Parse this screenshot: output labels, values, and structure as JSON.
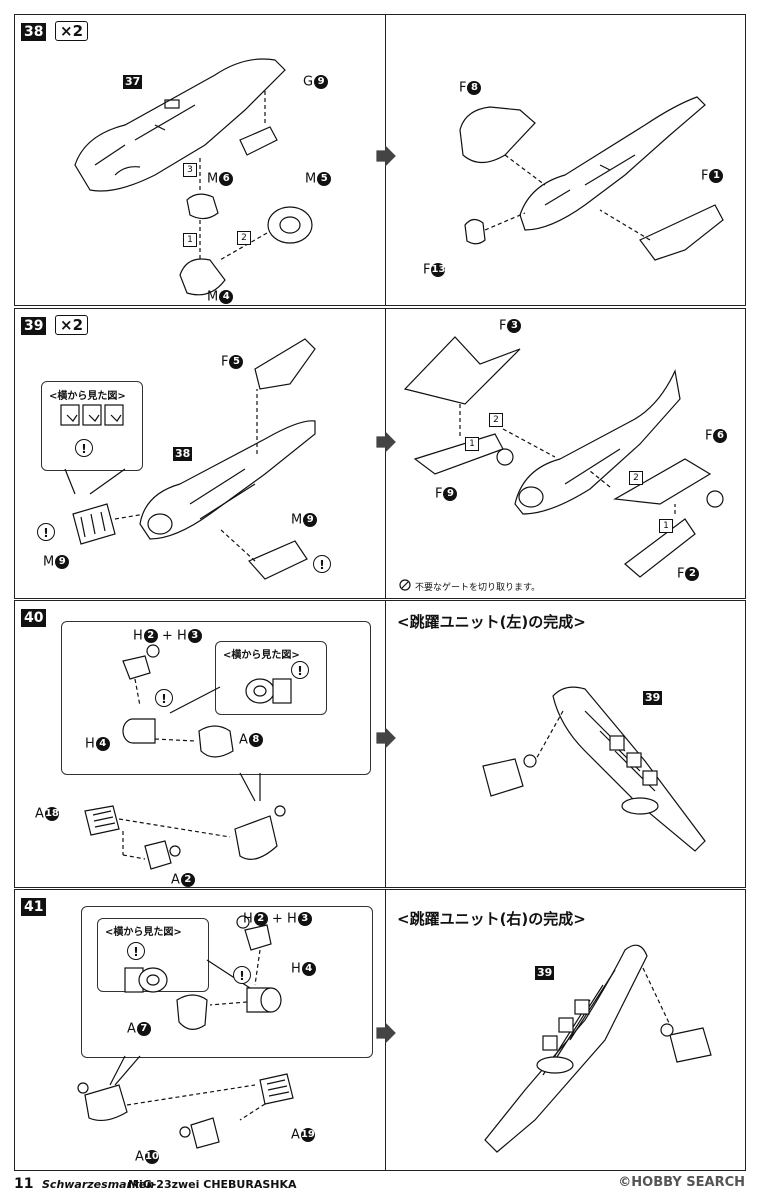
{
  "steps": [
    {
      "number": "38",
      "multiplier": "×2"
    },
    {
      "number": "39",
      "multiplier": "×2"
    },
    {
      "number": "40"
    },
    {
      "number": "41"
    }
  ],
  "parts": {
    "s38": {
      "ref": "37",
      "g": {
        "letter": "G",
        "num": "9"
      },
      "m6": {
        "letter": "M",
        "num": "6"
      },
      "m5": {
        "letter": "M",
        "num": "5"
      },
      "m4": {
        "letter": "M",
        "num": "4"
      },
      "f8": {
        "letter": "F",
        "num": "8"
      },
      "f1": {
        "letter": "F",
        "num": "1"
      },
      "f13": {
        "letter": "F",
        "num": "13"
      },
      "order": [
        "3",
        "2",
        "1"
      ]
    },
    "s39": {
      "ref": "38",
      "f5": {
        "letter": "F",
        "num": "5"
      },
      "m9a": {
        "letter": "M",
        "num": "9"
      },
      "m9b": {
        "letter": "M",
        "num": "9"
      },
      "f3": {
        "letter": "F",
        "num": "3"
      },
      "f9": {
        "letter": "F",
        "num": "9"
      },
      "f6": {
        "letter": "F",
        "num": "6"
      },
      "f2": {
        "letter": "F",
        "num": "2"
      },
      "order": [
        "2",
        "1",
        "2",
        "1"
      ],
      "side_view": "<横から見た図>",
      "note": "不要なゲートを切り取ります。"
    },
    "s40": {
      "h23": "H❷ + H❸",
      "h2": {
        "letter": "H",
        "num": "2"
      },
      "h3": {
        "letter": "H",
        "num": "3"
      },
      "h4": {
        "letter": "H",
        "num": "4"
      },
      "a8": {
        "letter": "A",
        "num": "8"
      },
      "a18": {
        "letter": "A",
        "num": "18"
      },
      "a2": {
        "letter": "A",
        "num": "2"
      },
      "side_view": "<横から見た図>",
      "completion": "<跳躍ユニット(左)の完成>",
      "ref": "39"
    },
    "s41": {
      "h2": {
        "letter": "H",
        "num": "2"
      },
      "h3": {
        "letter": "H",
        "num": "3"
      },
      "h4": {
        "letter": "H",
        "num": "4"
      },
      "a7": {
        "letter": "A",
        "num": "7"
      },
      "a19": {
        "letter": "A",
        "num": "19"
      },
      "a10": {
        "letter": "A",
        "num": "10"
      },
      "side_view": "<横から見た図>",
      "completion": "<跳躍ユニット(右)の完成>",
      "ref": "39"
    }
  },
  "footer": {
    "page": "11",
    "brand": "Schwarzesmarken",
    "model": "MiG-23zwei CHEBURASHKA",
    "watermark": "©HOBBY SEARCH"
  }
}
